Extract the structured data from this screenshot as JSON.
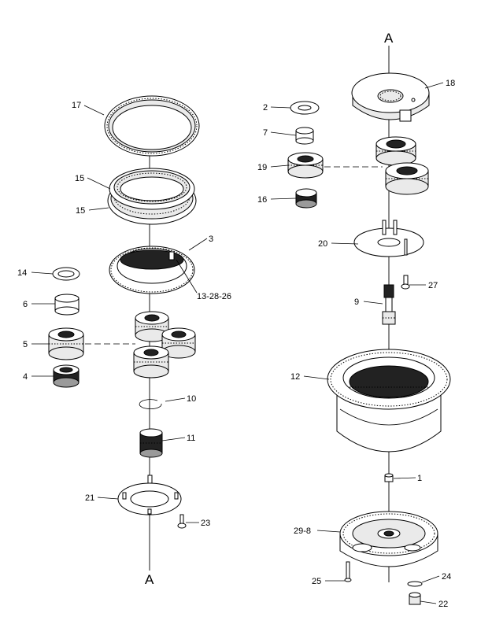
{
  "diagram": {
    "axis_marks": {
      "left_bottom": "A",
      "right_top": "A"
    },
    "callouts": {
      "c17": "17",
      "c15a": "15",
      "c15b": "15",
      "c3": "3",
      "c13": "13-28-26",
      "c14": "14",
      "c6": "6",
      "c5": "5",
      "c4": "4",
      "c10": "10",
      "c11": "11",
      "c21": "21",
      "c23": "23",
      "c2": "2",
      "c7": "7",
      "c18": "18",
      "c19": "19",
      "c16": "16",
      "c20": "20",
      "c27": "27",
      "c9": "9",
      "c12": "12",
      "c1": "1",
      "c29": "29-8",
      "c25": "25",
      "c24": "24",
      "c22": "22"
    }
  }
}
